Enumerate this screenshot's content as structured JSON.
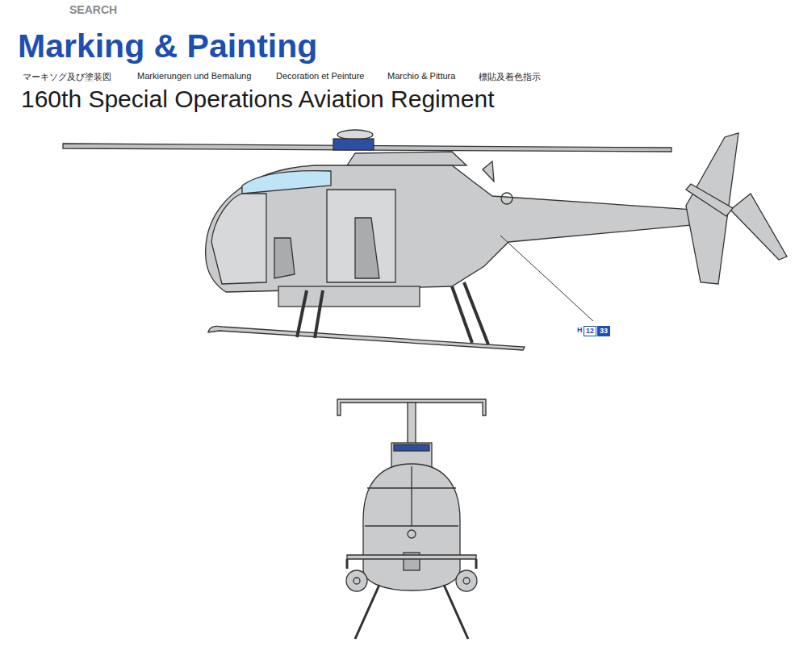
{
  "diagram": {
    "title": "Marking & Painting",
    "nodes": [
      {
        "text": [
          "12"
        ]
      },
      {
        "text": [
          "33"
        ]
      }
    ],
    "labels": [
      "マーキソグ及び塗装図",
      "Markierungen und Bemalung",
      "Decoration et Peinture",
      "Marchio & Pittura",
      "標貼及着色指示",
      "160th Special Operations Aviation Regiment",
      "H",
      "SEARCH"
    ]
  }
}
